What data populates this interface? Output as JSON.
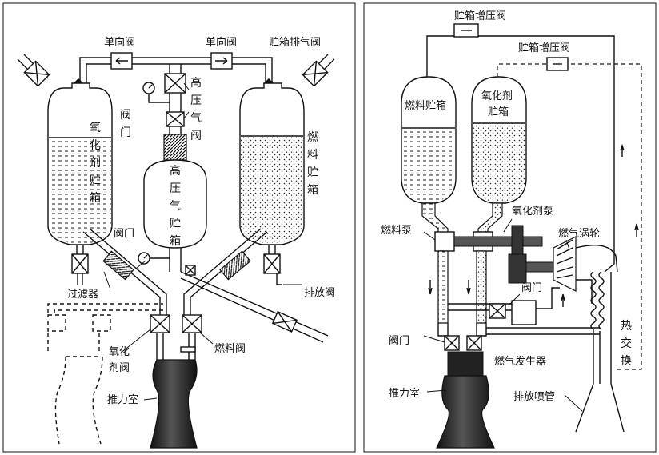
{
  "left_diagram": {
    "labels": {
      "check_valve_1": "单向阀",
      "check_valve_2": "单向阀",
      "tank_vent_valve": "贮箱排气阀",
      "high_pressure_valve": [
        "高",
        "压",
        "气",
        "阀"
      ],
      "valve_top": [
        "阀",
        "门"
      ],
      "oxidizer_tank": [
        "氧",
        "化",
        "剂",
        "贮",
        "箱"
      ],
      "fuel_tank": [
        "燃",
        "料",
        "贮",
        "箱"
      ],
      "hp_gas_tank": [
        "高",
        "压",
        "气",
        "贮",
        "箱"
      ],
      "valve_mid": "阀门",
      "filter": "过滤器",
      "drain_valve": "排放阀",
      "oxidizer_valve": [
        "氧化",
        "剂阀"
      ],
      "fuel_valve": "燃料阀",
      "thrust_chamber": "推力室"
    }
  },
  "right_diagram": {
    "labels": {
      "tank_pressurization_valve_1": "贮箱增压阀",
      "tank_pressurization_valve_2": "贮箱增压阀",
      "fuel_tank": "燃料贮箱",
      "oxidizer_tank": [
        "氧化剂",
        "贮箱"
      ],
      "oxidizer_pump": "氧化剂泵",
      "fuel_pump": "燃料泵",
      "gas_turbine": "燃气涡轮",
      "valve_gg": "阀门",
      "valve_main": "阀门",
      "gas_generator": "燃气发生器",
      "heat_exchange": [
        "热",
        "交",
        "换"
      ],
      "thrust_chamber": "推力室",
      "exhaust_nozzle": "排放喷管"
    }
  }
}
